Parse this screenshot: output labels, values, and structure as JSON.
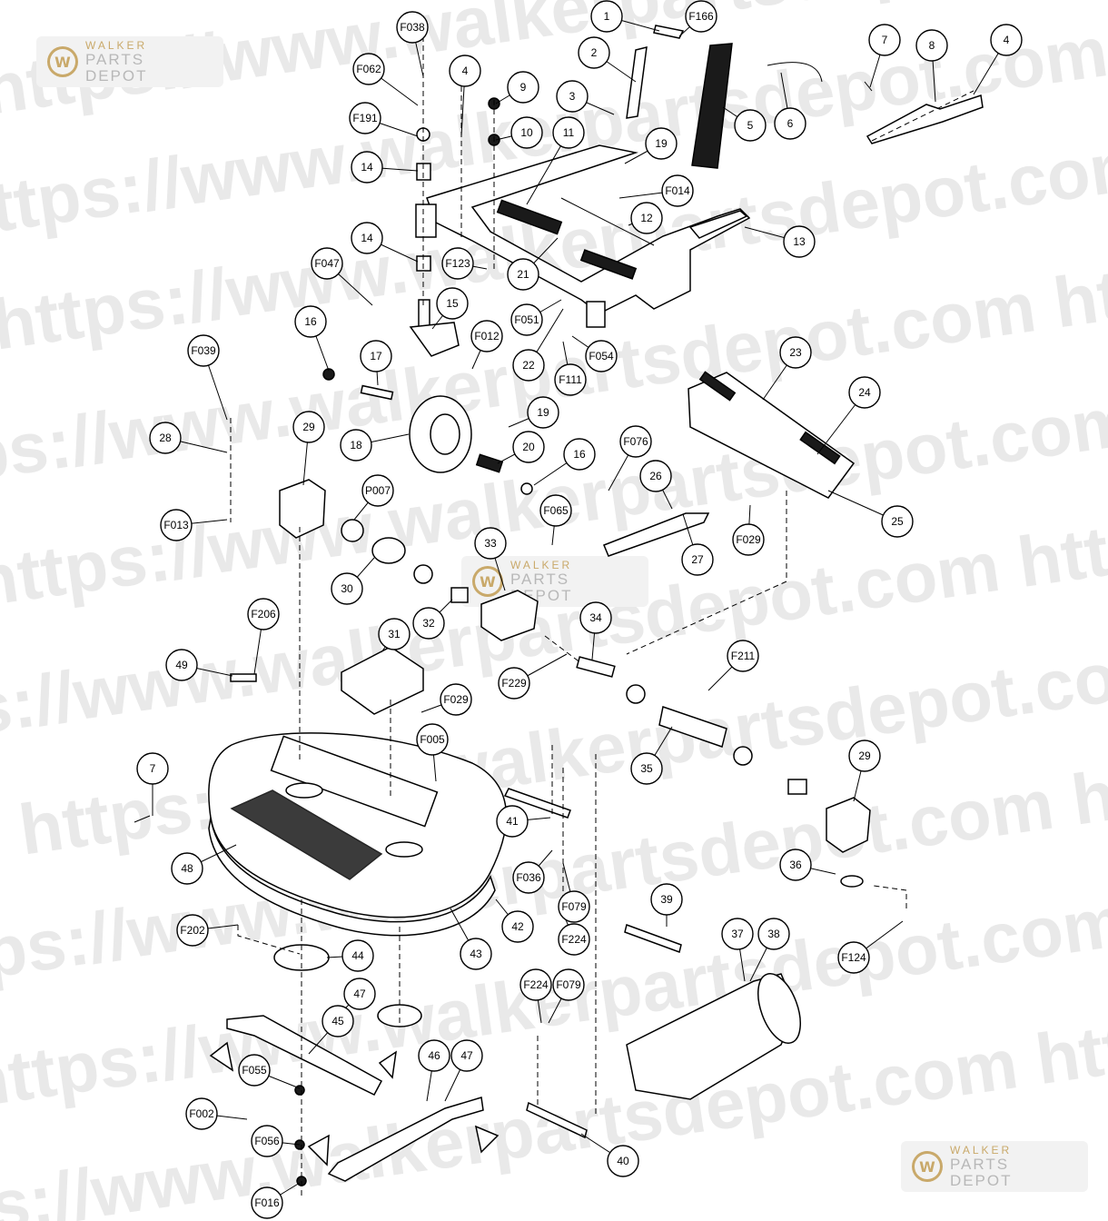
{
  "watermark": {
    "url_text": "https://www.walkerpartsdepot.com",
    "brand_line1": "WALKER",
    "brand_line2": "PARTS DEPOT",
    "emblem": "W"
  },
  "colors": {
    "ink": "#000000",
    "watermark": "#e9e9e9",
    "brand_gold": "#c9a96a"
  },
  "callouts": [
    "1",
    "F166",
    "7",
    "8",
    "4",
    "F038",
    "F062",
    "F191",
    "4",
    "9",
    "2",
    "3",
    "10",
    "11",
    "19",
    "5",
    "6",
    "14",
    "F014",
    "12",
    "13",
    "14",
    "F123",
    "21",
    "F047",
    "15",
    "16",
    "F051",
    "F012",
    "22",
    "F054",
    "F111",
    "17",
    "F039",
    "19",
    "23",
    "24",
    "18",
    "28",
    "29",
    "20",
    "16",
    "F076",
    "26",
    "P007",
    "F065",
    "25",
    "F013",
    "33",
    "27",
    "F029",
    "30",
    "32",
    "F206",
    "34",
    "49",
    "31",
    "F211",
    "F229",
    "F029",
    "F005",
    "7",
    "29",
    "35",
    "41",
    "48",
    "36",
    "F036",
    "42",
    "F079",
    "39",
    "F202",
    "F224",
    "43",
    "44",
    "37",
    "38",
    "F124",
    "47",
    "F224",
    "F079",
    "45",
    "46",
    "47",
    "F055",
    "F002",
    "F056",
    "40",
    "F016"
  ]
}
